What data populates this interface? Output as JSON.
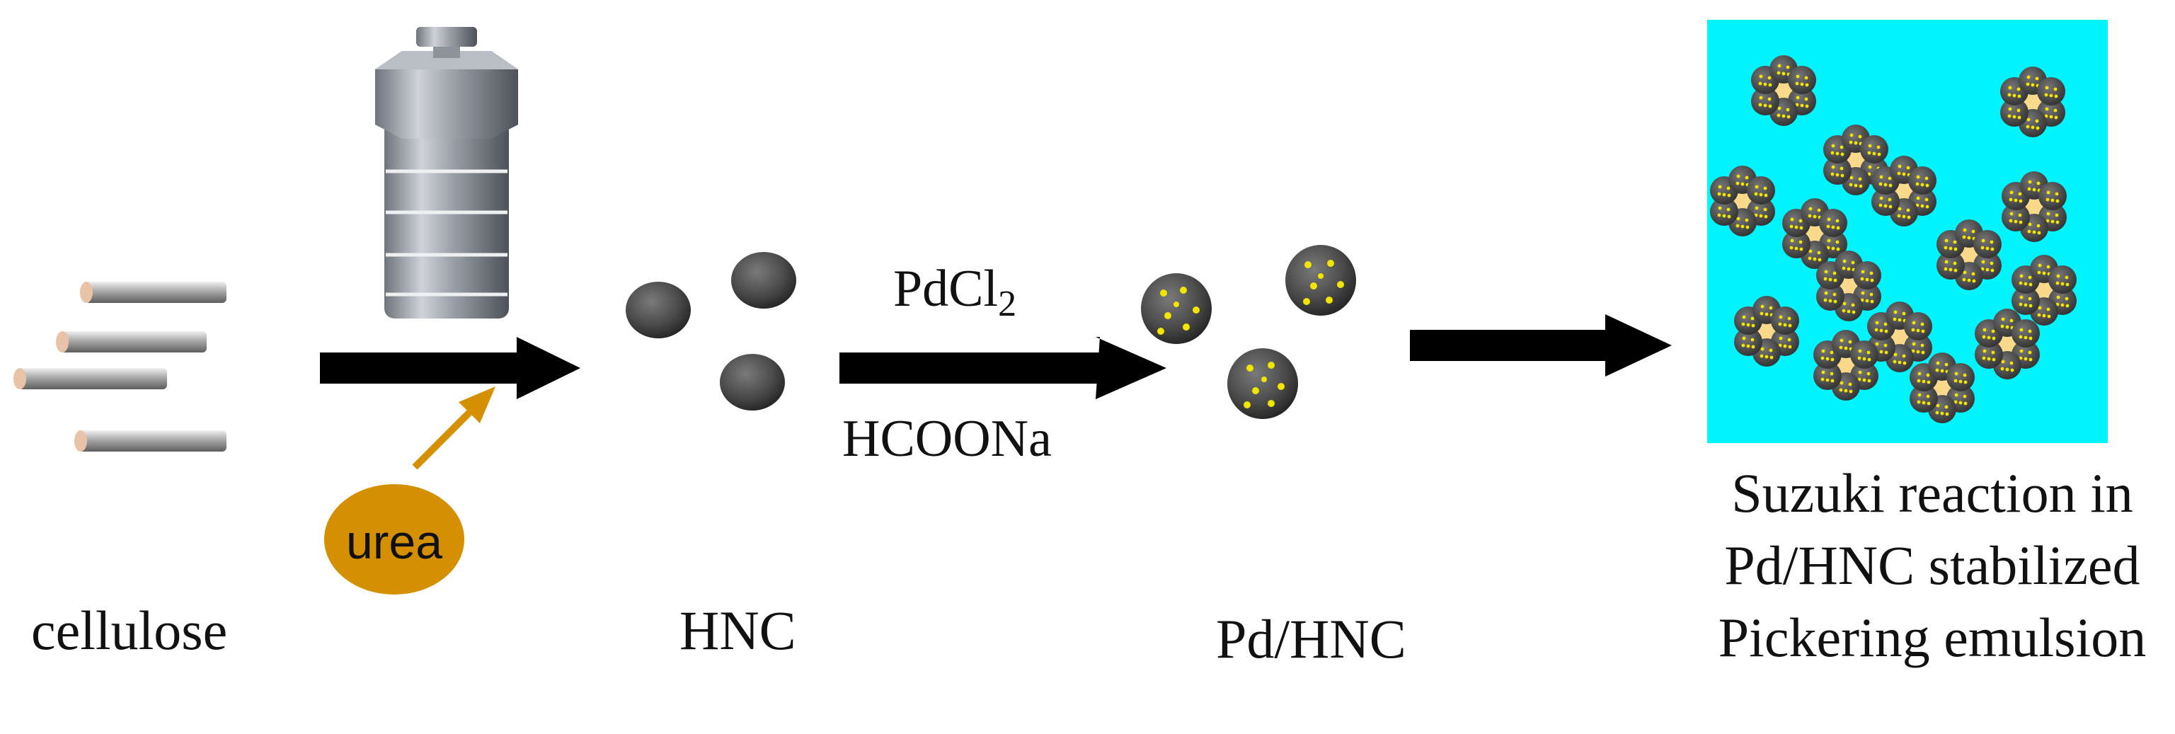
{
  "labels": {
    "cellulose": "cellulose",
    "hnc": "HNC",
    "pd_hnc": "Pd/HNC",
    "urea": "urea",
    "reagent1_main": "PdCl",
    "reagent1_sub": "2",
    "reagent2": "HCOONa",
    "result_line1": "Suzuki reaction in",
    "result_line2": "Pd/HNC stabilized",
    "result_line3": "Pickering emulsion"
  },
  "colors": {
    "arrow": "#000000",
    "urea": "#d49000",
    "emulsion_bg": "#00f4fb",
    "droplet": "#fbd98a",
    "particle": "#4b4b4b",
    "pd_dot": "#f2e600"
  },
  "icons": {
    "reactor": "autoclave-reactor-icon",
    "fiber": "cellulose-fiber-icon",
    "sphere": "carbon-sphere-icon"
  }
}
